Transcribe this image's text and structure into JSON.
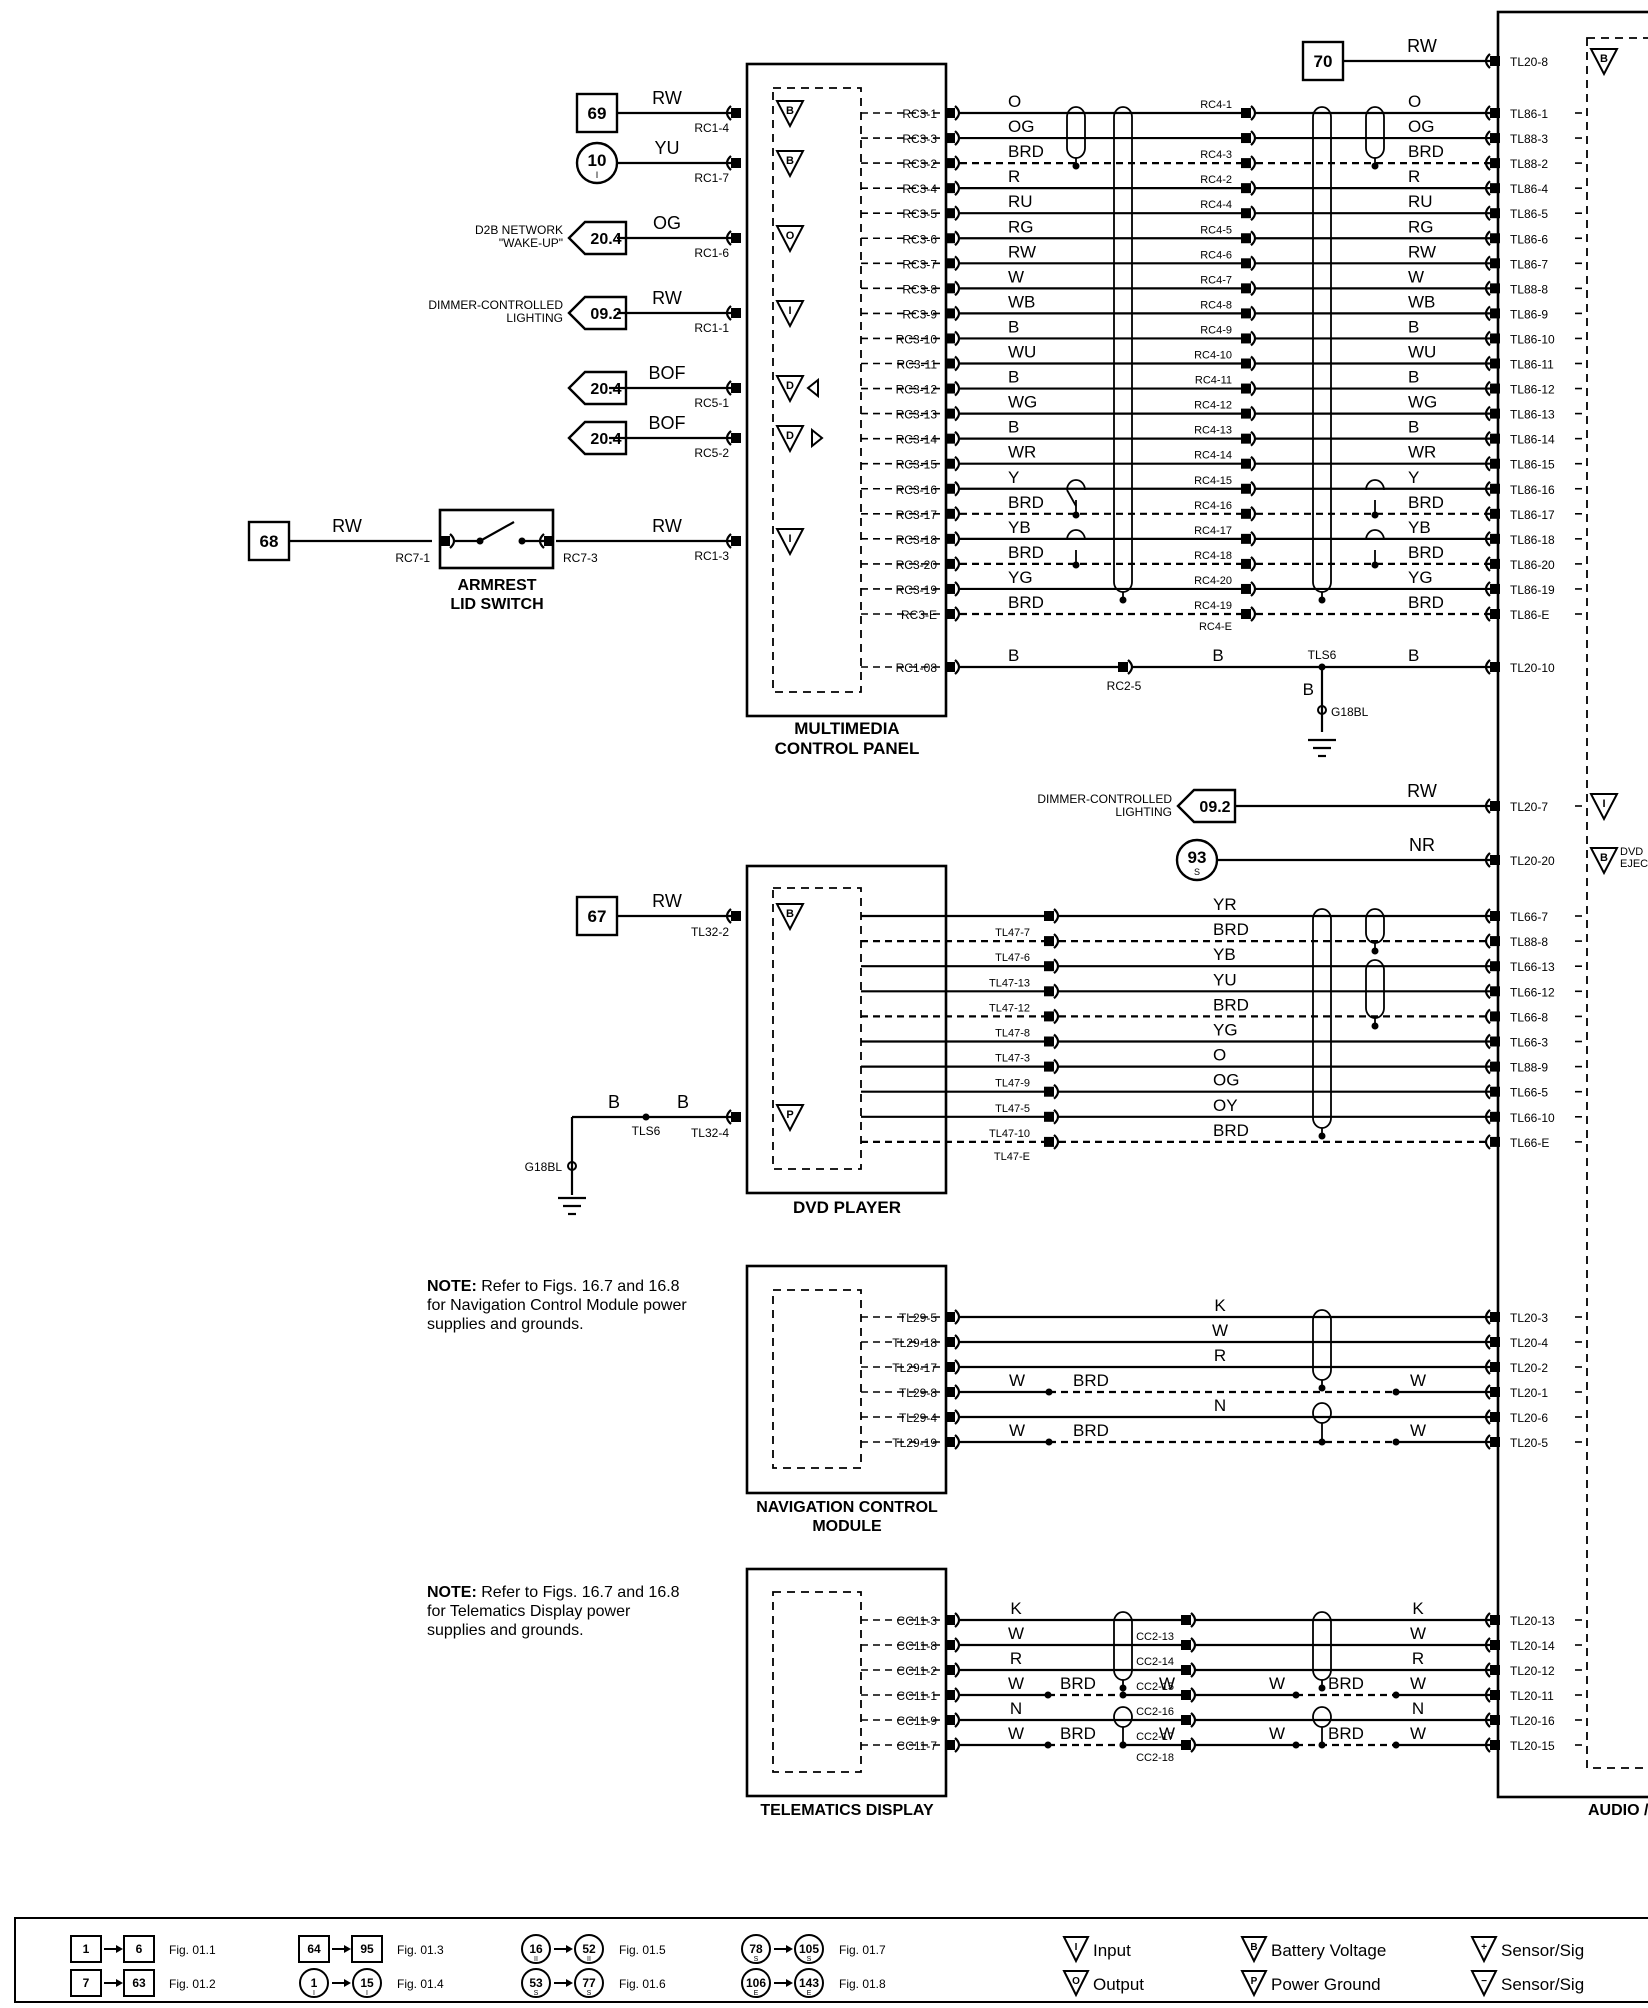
{
  "sheet": {
    "refs": {
      "r69": "69",
      "r10": "10",
      "r10s": "I",
      "r204a": "20.4",
      "r092a": "09.2",
      "r204b": "20.4",
      "r204c": "20.4",
      "r68": "68",
      "r70": "70",
      "r092b": "09.2",
      "r93": "93",
      "r93s": "S",
      "r67": "67"
    },
    "ext": {
      "d2b": [
        "D2B NETWORK",
        "\"WAKE-UP\""
      ],
      "dim1": [
        "DIMMER-CONTROLLED",
        "LIGHTING"
      ],
      "dim2": [
        "DIMMER-CONTROLLED",
        "LIGHTING"
      ],
      "dvd_eject": [
        "DVD",
        "EJECT"
      ]
    },
    "components": {
      "mcp": [
        "MULTIMEDIA",
        "CONTROL PANEL"
      ],
      "dvd": [
        "DVD PLAYER"
      ],
      "nav": [
        "NAVIGATION CONTROL",
        "MODULE"
      ],
      "tel": [
        "TELEMATICS DISPLAY"
      ],
      "av": [
        "AUDIO / VIDEO"
      ],
      "switch": [
        "ARMREST",
        "LID SWITCH"
      ]
    },
    "grounds": {
      "g1": "G18BL",
      "g2": "G18BL",
      "tls1": "TLS6",
      "tls2": "TLS6",
      "rc25": "RC2-5"
    },
    "mcp_left": [
      {
        "pin": "RC1-4",
        "wire": "RW"
      },
      {
        "pin": "RC1-7",
        "wire": "YU"
      },
      {
        "pin": "RC1-6",
        "wire": "OG"
      },
      {
        "pin": "RC1-1",
        "wire": "RW"
      },
      {
        "pin": "RC5-1",
        "wire": "BOF"
      },
      {
        "pin": "RC5-2",
        "wire": "BOF"
      },
      {
        "pin": "RC1-3",
        "wire": "RW"
      }
    ],
    "switch_wires": {
      "pinL": "RC7-1",
      "pinR": "RC7-3",
      "wire": "RW"
    },
    "mcp_rows": [
      {
        "p": "RC3-1",
        "w": "O",
        "m": "RC4-1",
        "w2": "O",
        "t": "TL86-1",
        "d": false
      },
      {
        "p": "RC3-3",
        "w": "OG",
        "m": "",
        "w2": "OG",
        "t": "TL88-3",
        "d": false
      },
      {
        "p": "RC3-2",
        "w": "BRD",
        "m": "RC4-3",
        "w2": "BRD",
        "t": "TL88-2",
        "d": true
      },
      {
        "p": "RC3-4",
        "w": "R",
        "m": "RC4-2",
        "w2": "R",
        "t": "TL86-4",
        "d": false
      },
      {
        "p": "RC3-5",
        "w": "RU",
        "m": "RC4-4",
        "w2": "RU",
        "t": "TL86-5",
        "d": false
      },
      {
        "p": "RC3-6",
        "w": "RG",
        "m": "RC4-5",
        "w2": "RG",
        "t": "TL86-6",
        "d": false
      },
      {
        "p": "RC3-7",
        "w": "RW",
        "m": "RC4-6",
        "w2": "RW",
        "t": "TL86-7",
        "d": false
      },
      {
        "p": "RC3-8",
        "w": "W",
        "m": "RC4-7",
        "w2": "W",
        "t": "TL88-8",
        "d": false
      },
      {
        "p": "RC3-9",
        "w": "WB",
        "m": "RC4-8",
        "w2": "WB",
        "t": "TL86-9",
        "d": false
      },
      {
        "p": "RC3-10",
        "w": "B",
        "m": "RC4-9",
        "w2": "B",
        "t": "TL86-10",
        "d": false
      },
      {
        "p": "RC3-11",
        "w": "WU",
        "m": "RC4-10",
        "w2": "WU",
        "t": "TL86-11",
        "d": false
      },
      {
        "p": "RC3-12",
        "w": "B",
        "m": "RC4-11",
        "w2": "B",
        "t": "TL86-12",
        "d": false
      },
      {
        "p": "RC3-13",
        "w": "WG",
        "m": "RC4-12",
        "w2": "WG",
        "t": "TL86-13",
        "d": false
      },
      {
        "p": "RC3-14",
        "w": "B",
        "m": "RC4-13",
        "w2": "B",
        "t": "TL86-14",
        "d": false
      },
      {
        "p": "RC3-15",
        "w": "WR",
        "m": "RC4-14",
        "w2": "WR",
        "t": "TL86-15",
        "d": false
      },
      {
        "p": "RC3-16",
        "w": "Y",
        "m": "RC4-15",
        "w2": "Y",
        "t": "TL86-16",
        "d": false
      },
      {
        "p": "RC3-17",
        "w": "BRD",
        "m": "RC4-16",
        "w2": "BRD",
        "t": "TL86-17",
        "d": true
      },
      {
        "p": "RC3-18",
        "w": "YB",
        "m": "RC4-17",
        "w2": "YB",
        "t": "TL86-18",
        "d": false
      },
      {
        "p": "RC3-20",
        "w": "BRD",
        "m": "RC4-18",
        "w2": "BRD",
        "t": "TL86-20",
        "d": true
      },
      {
        "p": "RC3-19",
        "w": "YG",
        "m": "RC4-20",
        "w2": "YG",
        "t": "TL86-19",
        "d": false
      },
      {
        "p": "RC3-E",
        "w": "BRD",
        "m": "RC4-19",
        "w2": "BRD",
        "t": "TL86-E",
        "d": true
      }
    ],
    "mcp_extra": {
      "m_last": "RC4-E",
      "gnd_pin": "RC1-08",
      "gnd_w1": "B",
      "gnd_w2": "B",
      "gnd_w3": "B",
      "gnd_t": "TL20-10",
      "gnd_b": "B"
    },
    "av_top": {
      "pin": "TL20-8",
      "wire": "RW"
    },
    "av_mid": [
      {
        "pin": "TL20-7",
        "wire": "RW"
      },
      {
        "pin": "TL20-20",
        "wire": "NR"
      }
    ],
    "dvd_left": [
      {
        "pin": "TL32-2",
        "wire": "RW"
      },
      {
        "pin": "TL32-4",
        "wire": "B",
        "wire2": "B"
      }
    ],
    "dvd_rows": [
      {
        "m": "",
        "w": "YR",
        "t": "TL66-7",
        "d": false
      },
      {
        "m": "TL47-7",
        "w": "BRD",
        "t": "TL88-8",
        "d": true
      },
      {
        "m": "TL47-6",
        "w": "YB",
        "t": "TL66-13",
        "d": false
      },
      {
        "m": "TL47-13",
        "w": "YU",
        "t": "TL66-12",
        "d": false
      },
      {
        "m": "TL47-12",
        "w": "BRD",
        "t": "TL66-8",
        "d": true
      },
      {
        "m": "TL47-8",
        "w": "YG",
        "t": "TL66-3",
        "d": false
      },
      {
        "m": "TL47-3",
        "w": "O",
        "t": "TL88-9",
        "d": false
      },
      {
        "m": "TL47-9",
        "w": "OG",
        "t": "TL66-5",
        "d": false
      },
      {
        "m": "TL47-5",
        "w": "OY",
        "t": "TL66-10",
        "d": false
      },
      {
        "m": "TL47-10",
        "w": "BRD",
        "t": "TL66-E",
        "d": true
      }
    ],
    "dvd_extra": {
      "m_last": "TL47-E"
    },
    "nav_rows": [
      {
        "p": "TL29-5",
        "w": "K",
        "t": "TL20-3",
        "d": false
      },
      {
        "p": "TL29-18",
        "w": "W",
        "t": "TL20-4",
        "d": false
      },
      {
        "p": "TL29-17",
        "w": "R",
        "t": "TL20-2",
        "d": false
      },
      {
        "p": "TL29-8",
        "w": "BRD",
        "wl": "W",
        "wr": "W",
        "t": "TL20-1",
        "d": true
      },
      {
        "p": "TL29-4",
        "w": "N",
        "t": "TL20-6",
        "d": false
      },
      {
        "p": "TL29-19",
        "w": "BRD",
        "wl": "W",
        "wr": "W",
        "t": "TL20-5",
        "d": true
      }
    ],
    "tel_rows": [
      {
        "p": "CC11-3",
        "w": "K",
        "m": "",
        "w2": "K",
        "t": "TL20-13",
        "d": false
      },
      {
        "p": "CC11-8",
        "w": "W",
        "m": "CC2-13",
        "w2": "W",
        "t": "TL20-14",
        "d": false
      },
      {
        "p": "CC11-2",
        "w": "R",
        "m": "CC2-14",
        "w2": "R",
        "t": "TL20-12",
        "d": false
      },
      {
        "p": "CC11-1",
        "w": "W",
        "b": "BRD",
        "wm": "W",
        "m": "CC2-15",
        "w2": "W",
        "b2": "BRD",
        "wr": "W",
        "t": "TL20-11",
        "d": true
      },
      {
        "p": "CC11-9",
        "w": "N",
        "m": "CC2-16",
        "w2": "N",
        "t": "TL20-16",
        "d": false
      },
      {
        "p": "CC11-7",
        "w": "W",
        "b": "BRD",
        "wm": "W",
        "m": "CC2-17",
        "w2": "W",
        "b2": "BRD",
        "wr": "W",
        "t": "TL20-15",
        "d": true
      }
    ],
    "tel_extra": {
      "m_last": "CC2-18"
    }
  },
  "notes": {
    "nav": {
      "bold": "NOTE:",
      "text": " Refer to Figs. 16.7 and 16.8 for Navigation Control Module power supplies and grounds."
    },
    "tel": {
      "bold": "NOTE:",
      "text": " Refer to Figs. 16.7 and 16.8 for Telematics Display power supplies and grounds."
    }
  },
  "legend": {
    "ranges": [
      {
        "a": "1",
        "b": "6",
        "fig": "Fig. 01.1",
        "shape": "box"
      },
      {
        "a": "7",
        "b": "63",
        "fig": "Fig. 01.2",
        "shape": "box"
      },
      {
        "a": "64",
        "b": "95",
        "fig": "Fig. 01.3",
        "shape": "box"
      },
      {
        "a": "1",
        "b": "15",
        "fig": "Fig. 01.4",
        "shape": "circle",
        "sub": "I"
      },
      {
        "a": "16",
        "b": "52",
        "fig": "Fig. 01.5",
        "shape": "circle",
        "sub": "II"
      },
      {
        "a": "53",
        "b": "77",
        "fig": "Fig. 01.6",
        "shape": "circle",
        "sub": "S"
      },
      {
        "a": "78",
        "b": "105",
        "fig": "Fig. 01.7",
        "shape": "circle",
        "sub": "S"
      },
      {
        "a": "106",
        "b": "143",
        "fig": "Fig. 01.8",
        "shape": "circle",
        "sub": "E"
      }
    ],
    "symbols": [
      {
        "glyph": "I",
        "label": "Input"
      },
      {
        "glyph": "O",
        "label": "Output"
      },
      {
        "glyph": "B",
        "label": "Battery Voltage"
      },
      {
        "glyph": "P",
        "label": "Power Ground"
      },
      {
        "glyph": "+",
        "label": "Sensor/Sig"
      },
      {
        "glyph": "−",
        "label": "Sensor/Sig"
      }
    ]
  }
}
